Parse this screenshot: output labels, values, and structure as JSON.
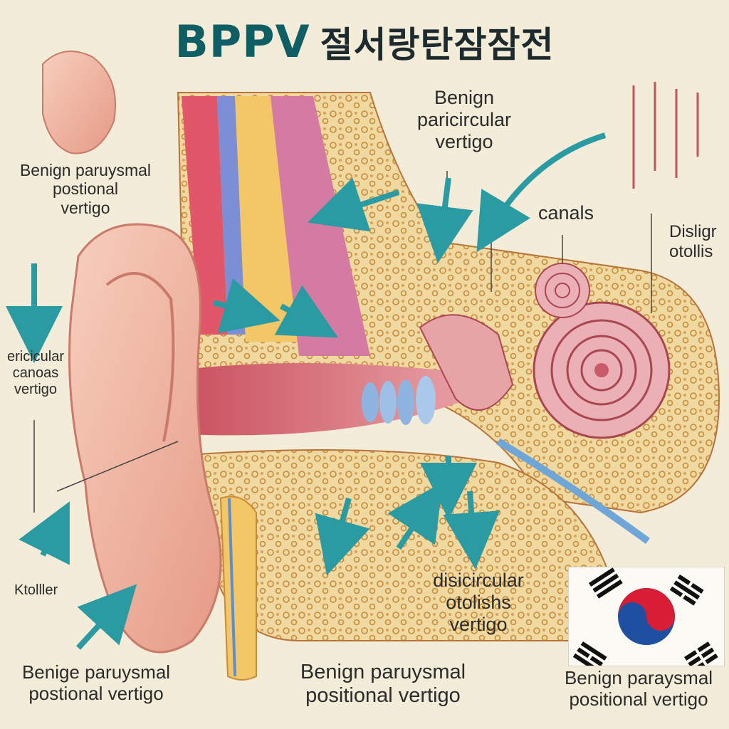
{
  "title": {
    "main": "BPPV",
    "korean": "절서랑탄잠잠전"
  },
  "labels": {
    "top_left": [
      "Benign paruysmal",
      "postional",
      "vertigo"
    ],
    "top_center": [
      "Benign",
      "paricircular",
      "vertigo"
    ],
    "canals": [
      "canals"
    ],
    "right_mid": [
      "Disligr",
      "otollis"
    ],
    "left_mid": [
      "ericicular",
      "canoas",
      "vertigo"
    ],
    "ktoller": [
      "Ktolller"
    ],
    "bottom_center_upper": [
      "disicircular",
      "otolishs",
      "vertigo"
    ],
    "bottom_left": [
      "Benige paruysmal",
      "postional vertigo"
    ],
    "bottom_center": [
      "Benign paruysmal",
      "positional vertigo"
    ],
    "bottom_right": [
      "Benign paraysmal",
      "positional vertigo"
    ]
  },
  "colors": {
    "title": "#0f5e63",
    "background": "#f3ecd9",
    "arrow": "#2a9aa3",
    "skin": "#f0b9a4",
    "bone": "#ecd59a",
    "flag_red": "#d81e34",
    "flag_blue": "#1e4fa0"
  },
  "icons": [
    "korean-flag-icon"
  ]
}
